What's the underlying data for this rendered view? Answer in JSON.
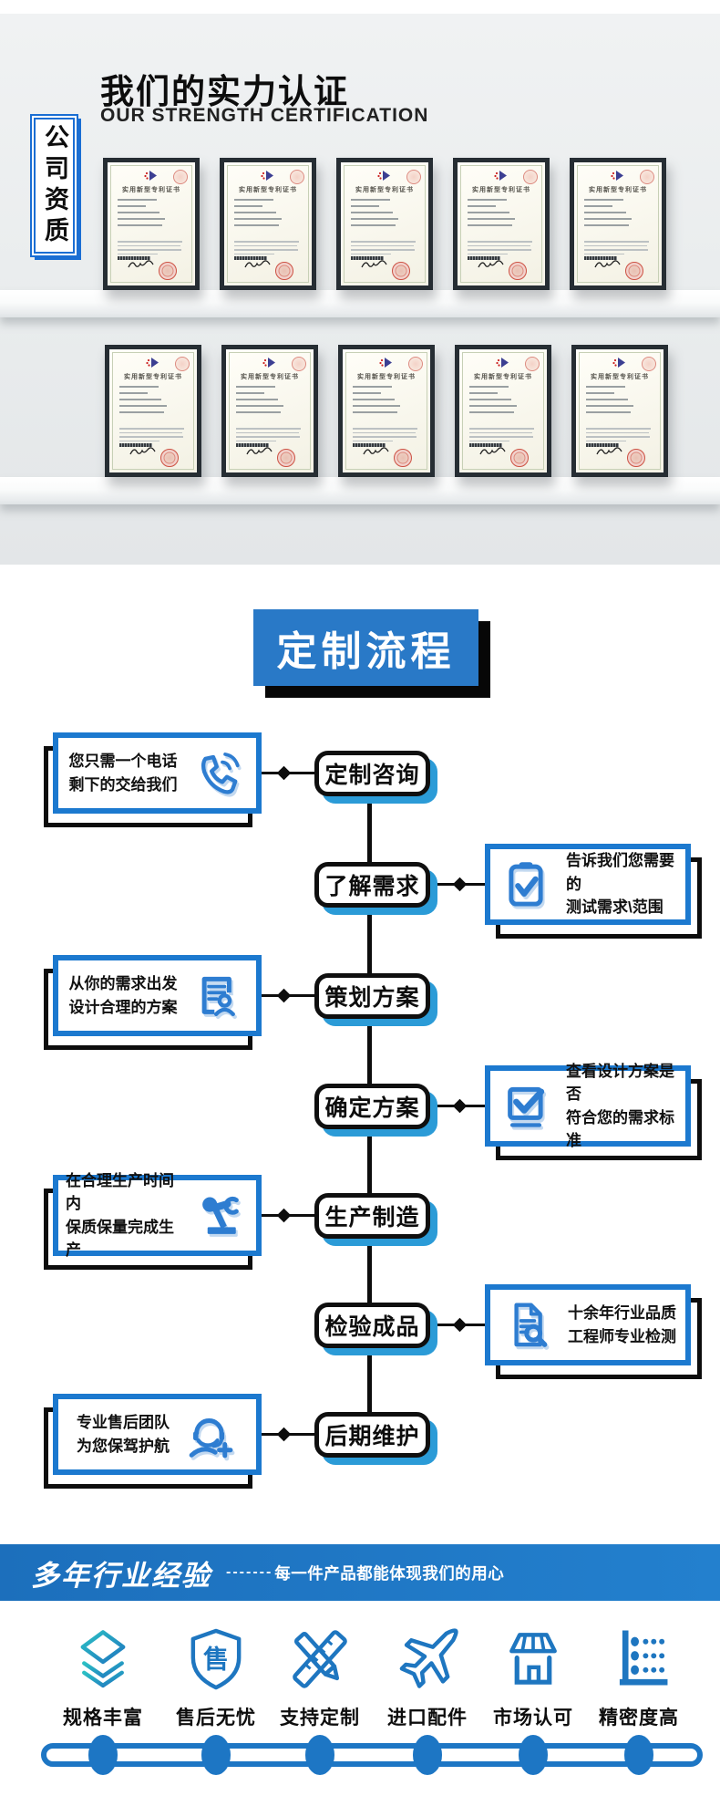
{
  "certification": {
    "title": "我们的实力认证",
    "subtitle": "OUR STRENGTH CERTIFICATION",
    "side_label": "公司资质",
    "cert_title": "实用新型专利证书",
    "rows": 2,
    "certs_per_row": 5
  },
  "process": {
    "banner": "定制流程",
    "steps": [
      {
        "label": "定制咨询",
        "side": "left",
        "note": "您只需一个电话\n剩下的交给我们",
        "icon": "phone-icon"
      },
      {
        "label": "了解需求",
        "side": "right",
        "note": "告诉我们您需要的\n测试需求\\范围",
        "icon": "clipboard-check-icon"
      },
      {
        "label": "策划方案",
        "side": "left",
        "note": "从你的需求出发\n设计合理的方案",
        "icon": "document-person-icon"
      },
      {
        "label": "确定方案",
        "side": "right",
        "note": "查看设计方案是否\n符合您的需求标准",
        "icon": "checkbox-icon"
      },
      {
        "label": "生产制造",
        "side": "left",
        "note": "在合理生产时间内\n保质保量完成生产",
        "icon": "robot-arm-icon"
      },
      {
        "label": "检验成品",
        "side": "right",
        "note": "十余年行业品质\n工程师专业检测",
        "icon": "document-search-icon"
      },
      {
        "label": "后期维护",
        "side": "left",
        "note": "专业售后团队\n为您保驾护航",
        "icon": "headset-support-icon"
      }
    ]
  },
  "experience": {
    "title": "多年行业经验",
    "tagline_dashes": "-------",
    "tagline": "每一件产品都能体现我们的用心",
    "features": [
      {
        "label": "规格丰富",
        "icon": "layers-icon"
      },
      {
        "label": "售后无忧",
        "icon": "shield-sale-icon",
        "icon_char": "售"
      },
      {
        "label": "支持定制",
        "icon": "ruler-pencil-icon"
      },
      {
        "label": "进口配件",
        "icon": "airplane-icon"
      },
      {
        "label": "市场认可",
        "icon": "storefront-icon"
      },
      {
        "label": "精密度高",
        "icon": "dot-chart-icon"
      }
    ],
    "colors": {
      "bar_blue": "#1e78c6",
      "border_blue": "#1c79cf",
      "pill_shadow_blue": "#2b9bd7",
      "banner_blue": "#2979c7"
    }
  }
}
